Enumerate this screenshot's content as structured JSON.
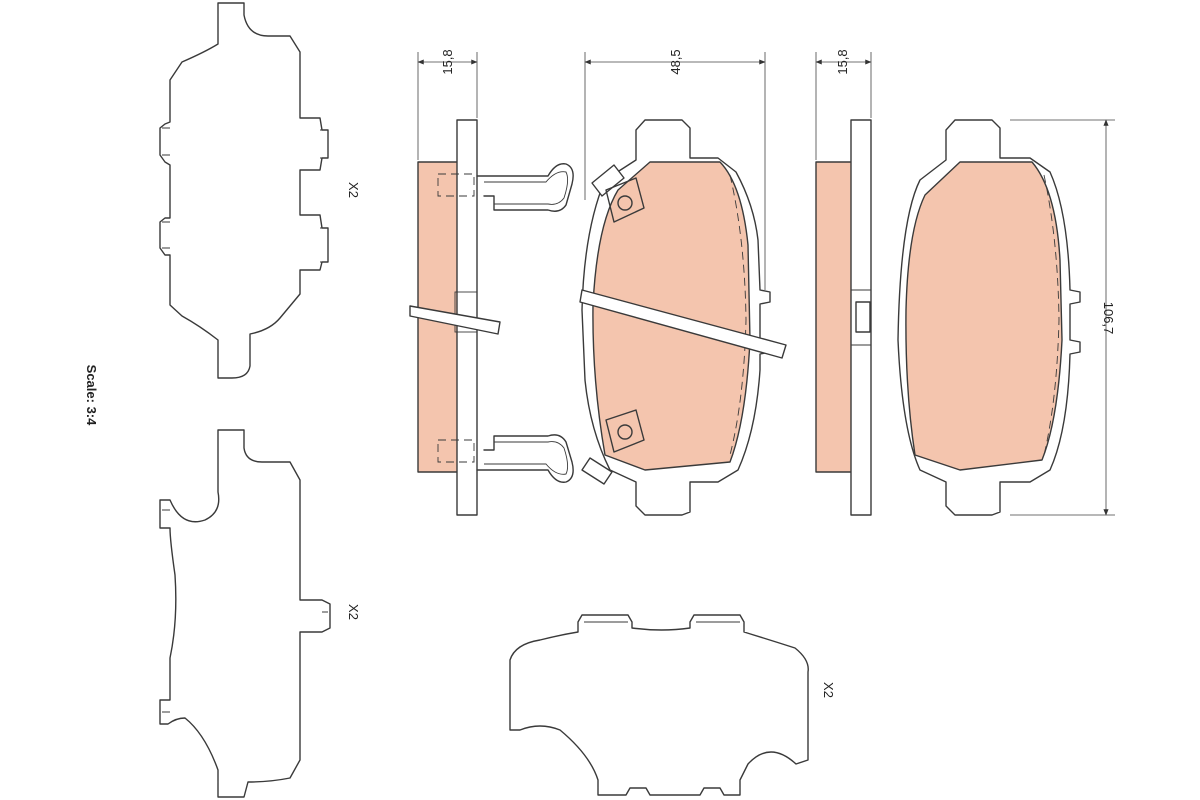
{
  "colors": {
    "pad_fill": "#f4c5ae",
    "line": "#3a3a3a",
    "background": "#ffffff"
  },
  "scale_label": "Scale: 3:4",
  "quantities": {
    "spring_top": "X2",
    "spring_bottom": "X2",
    "clip": "X2"
  },
  "dimensions": {
    "thickness_left": "15,8",
    "width": "48,5",
    "thickness_right": "15,8",
    "height": "106,7"
  }
}
